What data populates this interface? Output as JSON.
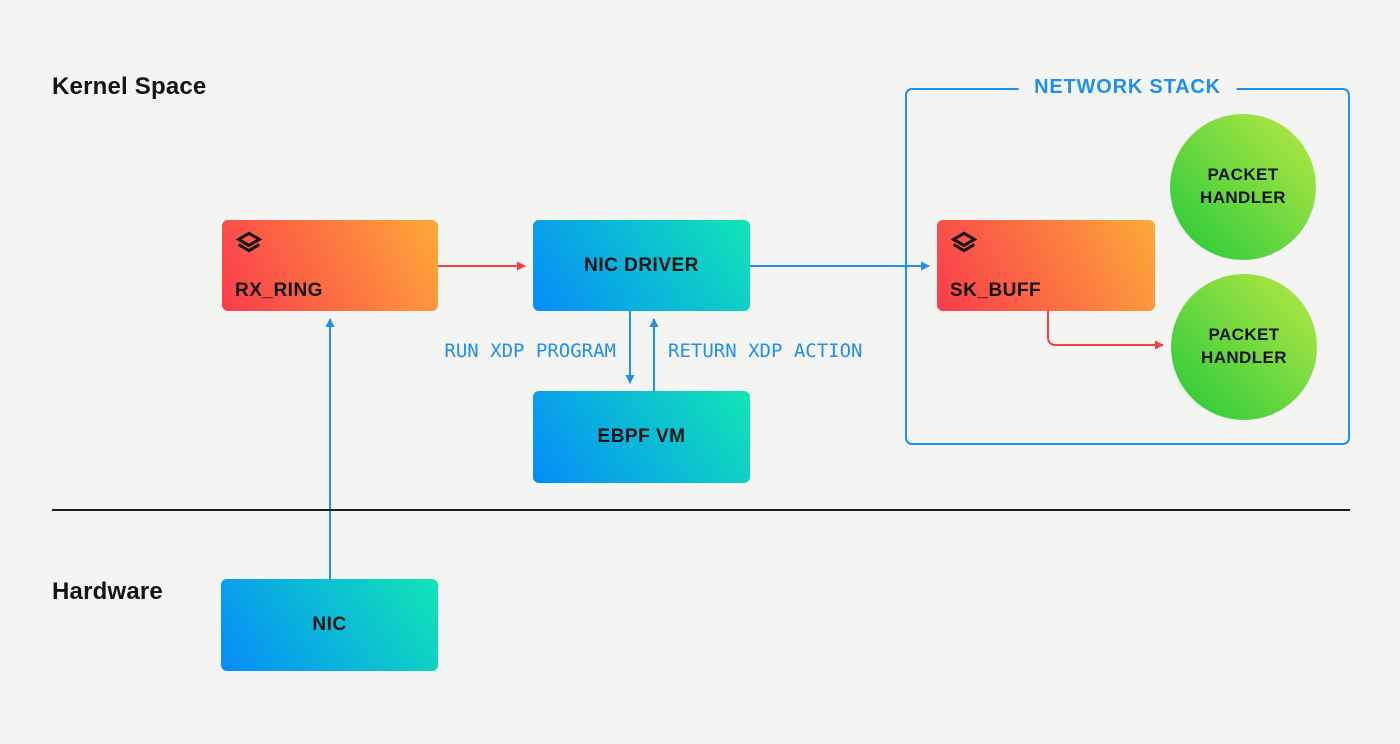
{
  "sections": {
    "kernel_space_label": "Kernel Space",
    "hardware_label": "Hardware"
  },
  "network_stack": {
    "title": "NETWORK STACK"
  },
  "nodes": {
    "rx_ring": {
      "label": "RX_RING",
      "icon": "layers-icon"
    },
    "nic_driver": {
      "label": "NIC DRIVER"
    },
    "ebpf_vm": {
      "label": "EBPF VM"
    },
    "sk_buff": {
      "label": "SK_BUFF",
      "icon": "layers-icon"
    },
    "nic": {
      "label": "NIC"
    },
    "packet_handler_top": {
      "label": "PACKET HANDLER"
    },
    "packet_handler_bottom": {
      "label": "PACKET HANDLER"
    }
  },
  "edge_labels": {
    "run_xdp": "RUN XDP PROGRAM",
    "return_xdp": "RETURN XDP ACTION"
  },
  "edges": [
    {
      "from": "rx_ring",
      "to": "nic_driver",
      "color": "red"
    },
    {
      "from": "nic_driver",
      "to": "sk_buff",
      "color": "blue"
    },
    {
      "from": "nic_driver",
      "to": "ebpf_vm",
      "color": "blue",
      "label": "RUN XDP PROGRAM"
    },
    {
      "from": "ebpf_vm",
      "to": "nic_driver",
      "color": "blue",
      "label": "RETURN XDP ACTION"
    },
    {
      "from": "nic",
      "to": "rx_ring",
      "color": "blue"
    },
    {
      "from": "sk_buff",
      "to": "packet_handler_bottom",
      "color": "red"
    }
  ],
  "colors": {
    "background": "#f4f4f3",
    "accent_blue": "#2090e8",
    "accent_red": "#ef4146",
    "warm_gradient": [
      "#fa3b4d",
      "#fcaa38"
    ],
    "cool_gradient": [
      "#068bf9",
      "#11e6b5"
    ],
    "green_gradient": [
      "#22c93b",
      "#bce843"
    ],
    "divider": "#1b1b1b",
    "text_dark": "#141414"
  }
}
